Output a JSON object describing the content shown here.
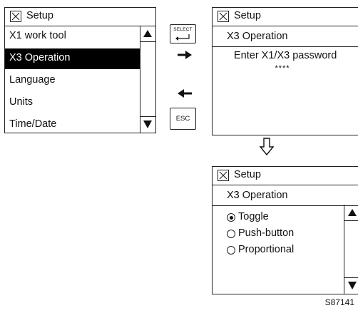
{
  "panel_menu": {
    "title": "Setup",
    "items": [
      "X1 work tool",
      "X3 Operation",
      "Language",
      "Units",
      "Time/Date"
    ],
    "selected_index": 1
  },
  "panel_password": {
    "title": "Setup",
    "subtitle": "X3 Operation",
    "prompt": "Enter X1/X3 password",
    "masked_input": "****"
  },
  "panel_options": {
    "title": "Setup",
    "subtitle": "X3 Operation",
    "options": [
      "Toggle",
      "Push-button",
      "Proportional"
    ],
    "selected_index": 0
  },
  "keys": {
    "select_label": "SELECT",
    "esc_label": "ESC"
  },
  "figure_ref": "S87141"
}
